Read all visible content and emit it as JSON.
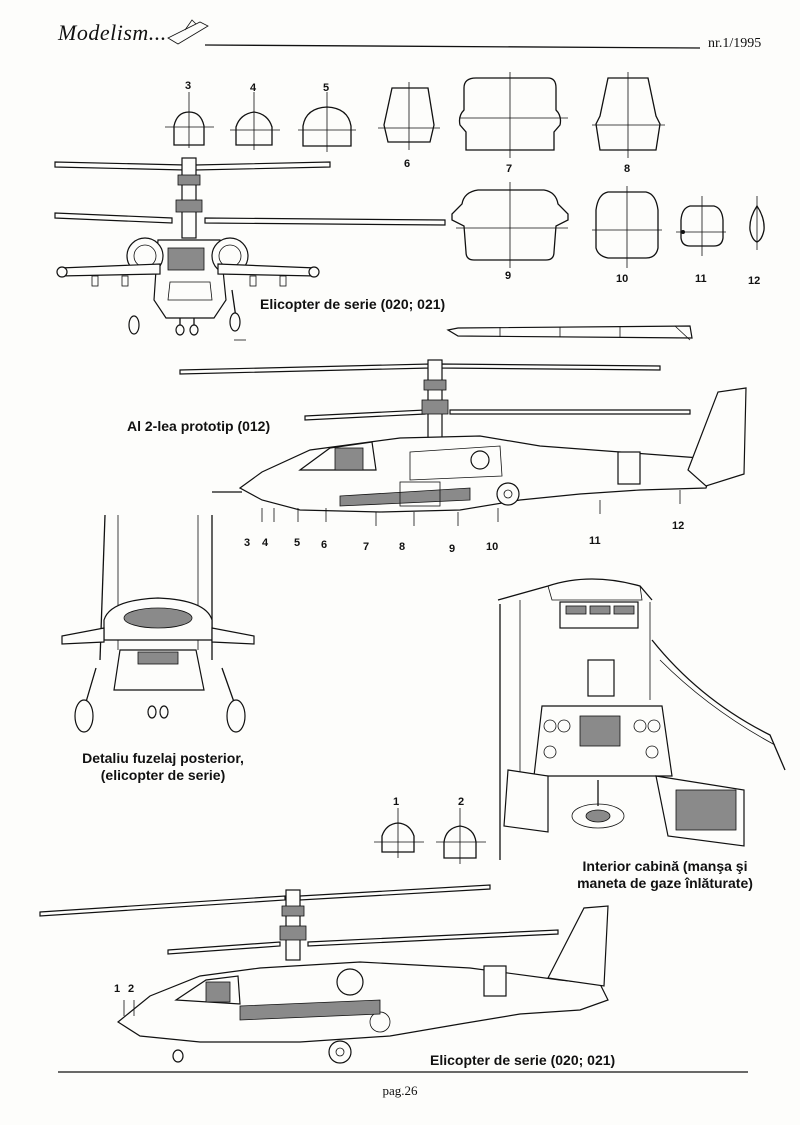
{
  "header": {
    "logo": "Modelism...",
    "issue": "nr.1/1995"
  },
  "section_numbers_top": [
    "3",
    "4",
    "5",
    "6",
    "7",
    "8",
    "9",
    "10",
    "11",
    "12"
  ],
  "side_view_numbers": [
    "3",
    "4",
    "5",
    "6",
    "7",
    "8",
    "9",
    "10",
    "11",
    "12"
  ],
  "small_section_numbers": [
    "1",
    "2"
  ],
  "lower_side_numbers": [
    "1",
    "2"
  ],
  "captions": {
    "front_view": "Elicopter de serie (020; 021)",
    "prototype": "Al 2-lea prototip (012)",
    "rear_detail_line1": "Detaliu fuzelaj posterior,",
    "rear_detail_line2": "(elicopter de serie)",
    "cabin_line1": "Interior cabină (manşa şi",
    "cabin_line2": "maneta de gaze înlăturate)",
    "bottom_side": "Elicopter de serie (020; 021)"
  },
  "footer": {
    "page": "pag.26"
  }
}
